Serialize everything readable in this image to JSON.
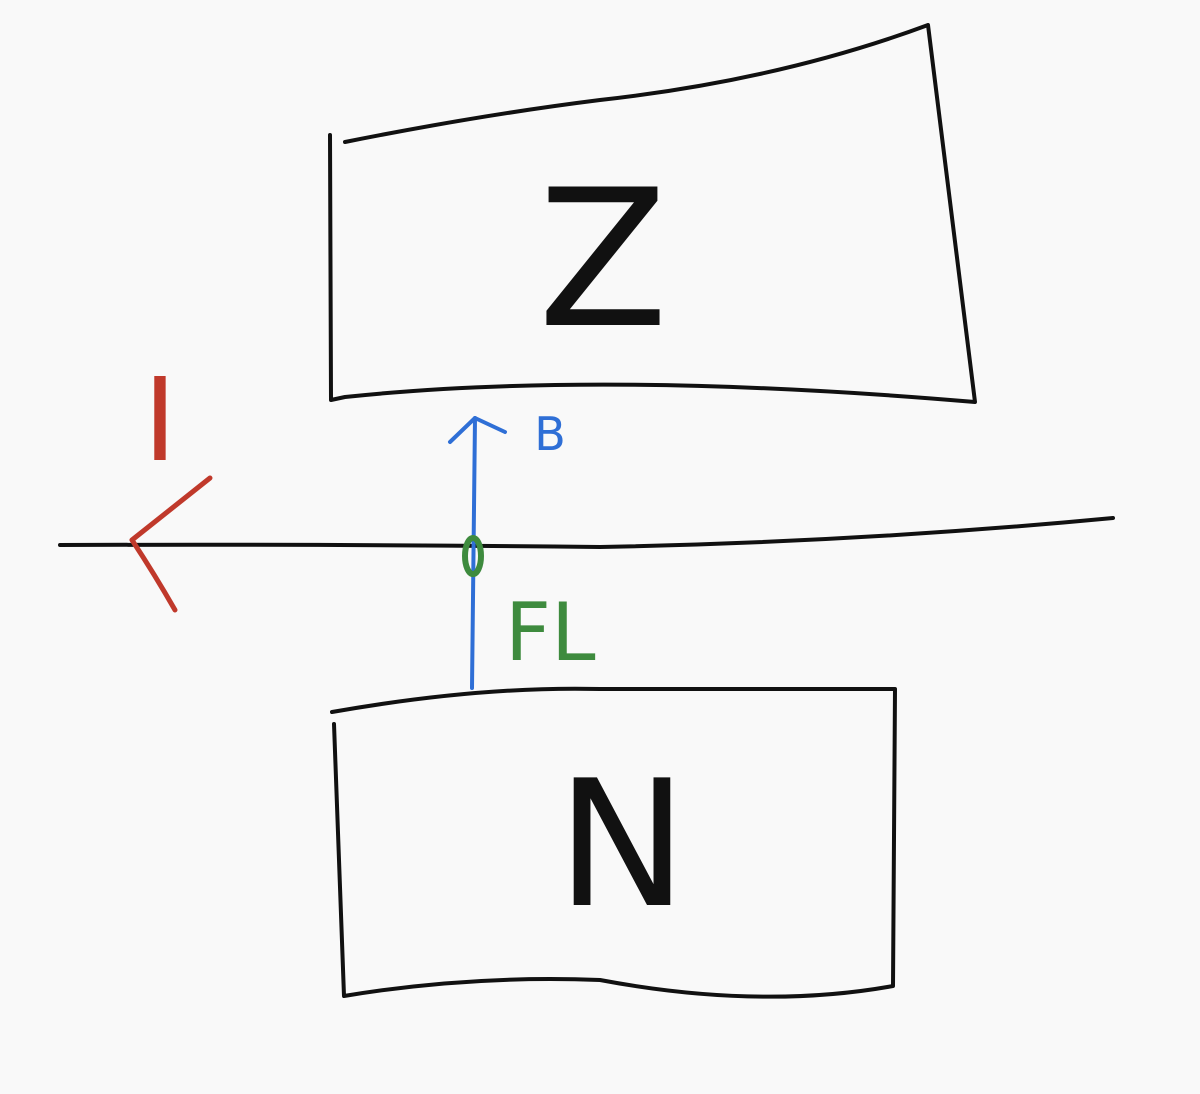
{
  "magnets": {
    "top": {
      "pole_label": "Z"
    },
    "bottom": {
      "pole_label": "N"
    }
  },
  "labels": {
    "current": "I",
    "field": "B",
    "force": "FL"
  },
  "colors": {
    "background": "#f9f9f9",
    "ink": "#111111",
    "current": "#c0392b",
    "field": "#2f6fd6",
    "force": "#3e8b3e"
  }
}
